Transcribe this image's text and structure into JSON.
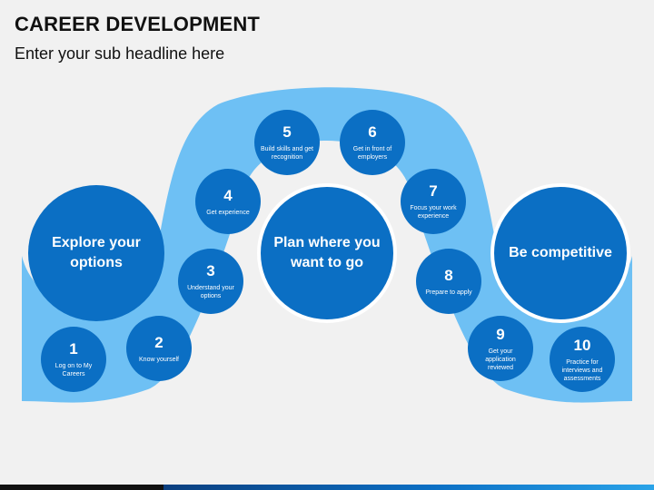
{
  "title": "CAREER DEVELOPMENT",
  "subtitle": "Enter your sub headline here",
  "colors": {
    "circle": "#0b6fc4",
    "band": "#6ec0f4",
    "background": "#f1f1f1"
  },
  "big_circles": [
    {
      "id": "explore",
      "label": "Explore your options"
    },
    {
      "id": "plan",
      "label": "Plan where you want to go"
    },
    {
      "id": "compete",
      "label": "Be competitive"
    }
  ],
  "steps": [
    {
      "number": "1",
      "label": "Log on to My Careers"
    },
    {
      "number": "2",
      "label": "Know yourself"
    },
    {
      "number": "3",
      "label": "Understand your options"
    },
    {
      "number": "4",
      "label": "Get experience"
    },
    {
      "number": "5",
      "label": "Build skills and get recognition"
    },
    {
      "number": "6",
      "label": "Get in front of employers"
    },
    {
      "number": "7",
      "label": "Focus your work experience"
    },
    {
      "number": "8",
      "label": "Prepare to apply"
    },
    {
      "number": "9",
      "label": "Get your application reviewed"
    },
    {
      "number": "10",
      "label": "Practice for interviews and assessments"
    }
  ]
}
